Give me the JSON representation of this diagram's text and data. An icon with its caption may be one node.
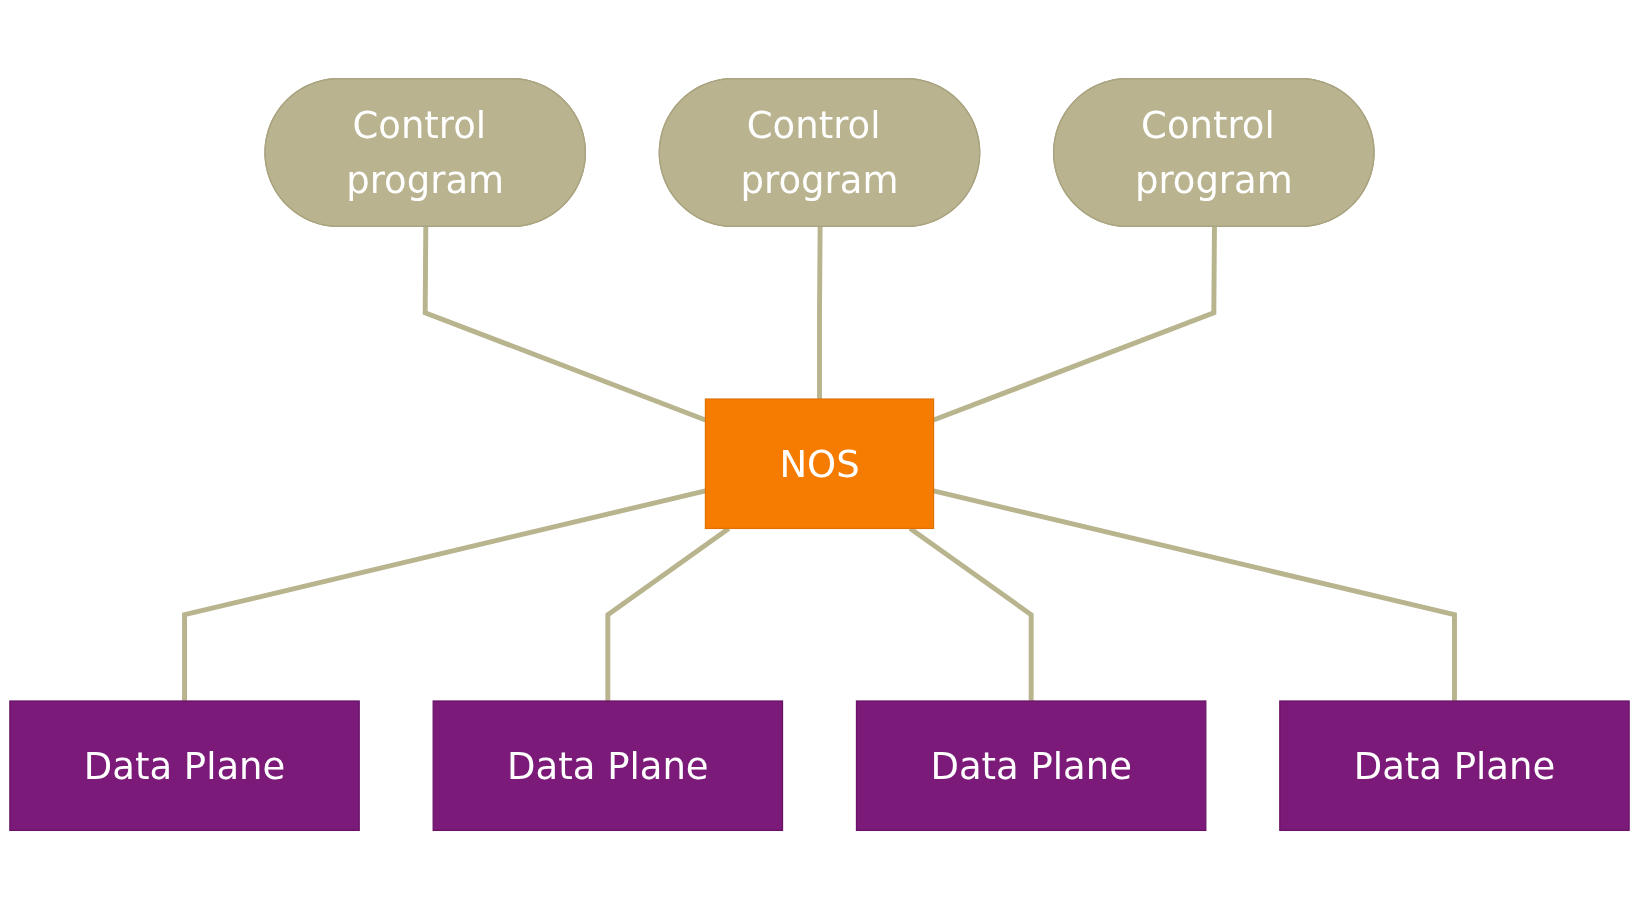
{
  "diagram": {
    "nodes": [
      {
        "text": [
          "Control program"
        ]
      },
      {
        "text": [
          "Control program"
        ]
      },
      {
        "text": [
          "Control program"
        ]
      },
      {
        "text": [
          "NOS"
        ]
      },
      {
        "text": [
          "Data Plane"
        ]
      },
      {
        "text": [
          "Data Plane"
        ]
      },
      {
        "text": [
          "Data Plane"
        ]
      },
      {
        "text": [
          "Data Plane"
        ]
      }
    ],
    "edges": [
      {
        "from": 0,
        "to": 3,
        "arrow": "none"
      },
      {
        "from": 1,
        "to": 3,
        "arrow": "none"
      },
      {
        "from": 2,
        "to": 3,
        "arrow": "none"
      },
      {
        "from": 3,
        "to": 4,
        "arrow": "none"
      },
      {
        "from": 3,
        "to": 5,
        "arrow": "none"
      },
      {
        "from": 3,
        "to": 6,
        "arrow": "none"
      },
      {
        "from": 3,
        "to": 7,
        "arrow": "none"
      }
    ]
  }
}
